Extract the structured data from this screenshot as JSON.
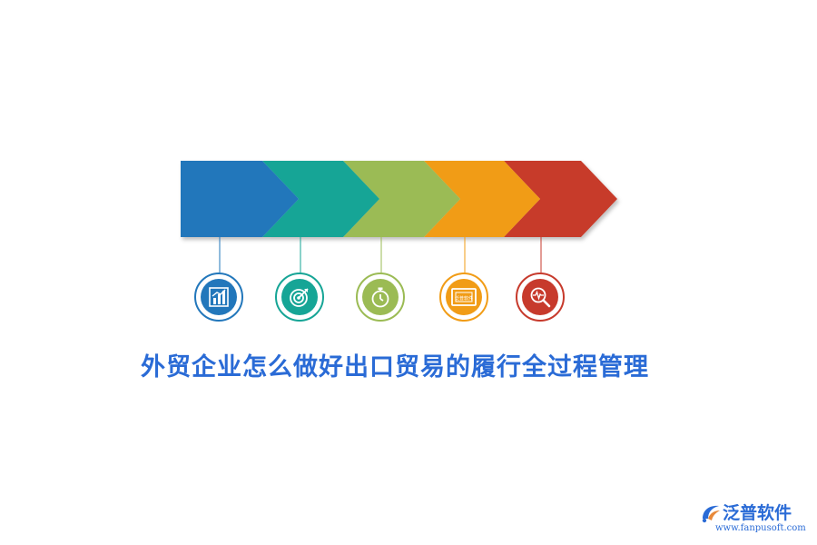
{
  "title": "外贸企业怎么做好出口贸易的履行全过程管理",
  "steps": [
    {
      "color": "#2277bb",
      "icon": "bar-chart-icon"
    },
    {
      "color": "#16a596",
      "icon": "target-icon"
    },
    {
      "color": "#9bbb54",
      "icon": "stopwatch-icon"
    },
    {
      "color": "#f19c16",
      "icon": "monitor-icon"
    },
    {
      "color": "#c73a2c",
      "icon": "magnifier-pulse-icon"
    }
  ],
  "brand": {
    "name": "泛普软件",
    "url": "www.fanpusoft.com",
    "monitor_text": "泛普软件"
  },
  "accent_color": "#2a6bd6"
}
